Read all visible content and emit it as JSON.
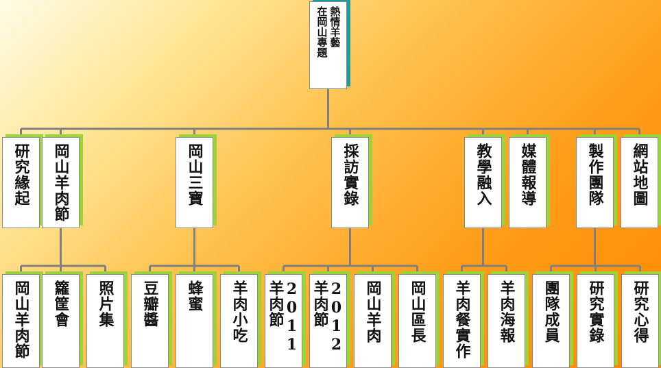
{
  "root": {
    "line1": "熱情羊藝",
    "line2": "在岡山專題"
  },
  "level1": [
    {
      "label": "研究緣起"
    },
    {
      "label": "岡山羊肉節"
    },
    {
      "label": "岡山三寶"
    },
    {
      "label": "採訪實錄"
    },
    {
      "label": "教學融入"
    },
    {
      "label": "媒體報導"
    },
    {
      "label": "製作團隊"
    },
    {
      "label": "網站地圖"
    }
  ],
  "level2": [
    {
      "label": "岡山羊肉節",
      "parent": 1
    },
    {
      "label": "籮筐會",
      "parent": 1
    },
    {
      "label": "照片集",
      "parent": 1
    },
    {
      "label": "豆瓣醬",
      "parent": 2
    },
    {
      "label": "蜂蜜",
      "parent": 2
    },
    {
      "label": "羊肉小吃",
      "parent": 2
    },
    {
      "label": "2011羊肉節",
      "parent": 3
    },
    {
      "label": "2012羊肉節",
      "parent": 3
    },
    {
      "label": "岡山羊肉",
      "parent": 3
    },
    {
      "label": "岡山區長",
      "parent": 3
    },
    {
      "label": "羊肉餐實作",
      "parent": 4
    },
    {
      "label": "羊肉海報",
      "parent": 4
    },
    {
      "label": "團隊成員",
      "parent": 6
    },
    {
      "label": "研究實錄",
      "parent": 6
    },
    {
      "label": "研究心得",
      "parent": 6
    }
  ],
  "colors": {
    "connector": "#808080",
    "accent_green": "#9cd33a",
    "accent_teal": "#1b9c9c"
  }
}
